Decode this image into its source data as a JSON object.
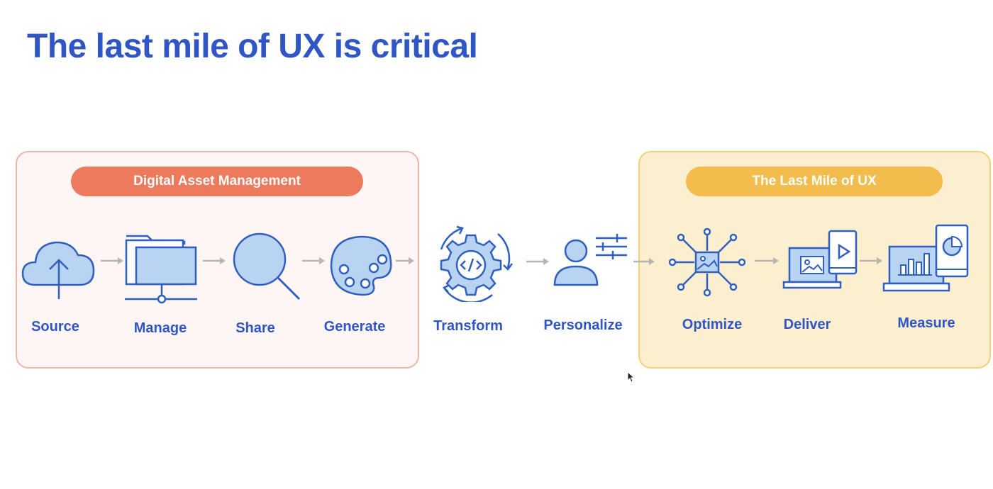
{
  "title": "The last mile of UX is critical",
  "groups": {
    "dam": "Digital Asset Management",
    "last_mile": "The Last Mile of UX"
  },
  "steps": {
    "source": "Source",
    "manage": "Manage",
    "share": "Share",
    "generate": "Generate",
    "transform": "Transform",
    "personalize": "Personalize",
    "optimize": "Optimize",
    "deliver": "Deliver",
    "measure": "Measure"
  },
  "colors": {
    "title": "#2f56c4",
    "dam_pill": "#ee7a5e",
    "last_mile_pill": "#f2bd4c",
    "icon_stroke": "#2f5fbf",
    "icon_fill": "#b9d3f2",
    "arrow": "#b5b5b5"
  },
  "icons": [
    "cloud-upload-icon",
    "folder-network-icon",
    "magnifier-icon",
    "palette-icon",
    "gear-code-icon",
    "user-sliders-icon",
    "image-network-icon",
    "laptop-phone-icon",
    "laptop-chart-icon"
  ]
}
